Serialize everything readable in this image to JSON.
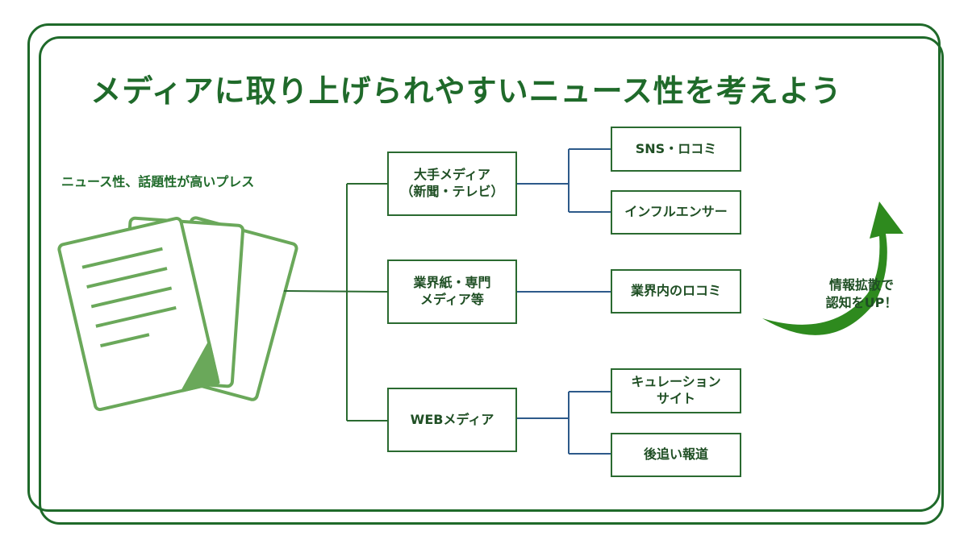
{
  "title": "メディアに取り上げられやすいニュース性を考えよう",
  "subtitle": "ニュース性、話題性が高いプレス",
  "media": [
    {
      "label": "大手メディア\n（新聞・テレビ）"
    },
    {
      "label": "業界紙・専門\nメディア等"
    },
    {
      "label": "WEBメディア"
    }
  ],
  "channels": [
    {
      "label": "SNS・ロコミ"
    },
    {
      "label": "インフルエンサー"
    },
    {
      "label": "業界内のロコミ"
    },
    {
      "label": "キュレーション\nサイト"
    },
    {
      "label": "後追い報道"
    }
  ],
  "arrow_note": "情報拡散で\n認知をUP！",
  "colors": {
    "frame": "#1f6a2a",
    "documents": "#6aa85a",
    "arrow": "#2e8a1e",
    "connector_left": "#2a6a30",
    "connector_right": "#2d5a8a"
  },
  "icons": [
    "document-stack-icon",
    "curved-up-arrow-icon"
  ]
}
